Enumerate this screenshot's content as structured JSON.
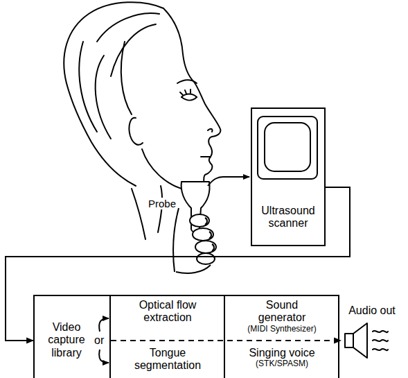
{
  "diagram": {
    "nodes": [
      {
        "text": [
          "Ultrasound scanner"
        ]
      },
      {
        "text": [
          "Video capture library"
        ]
      },
      {
        "text": [
          "Optical flow extraction",
          "Tongue segmentation"
        ]
      },
      {
        "text": [
          "Sound generator",
          "(MIDI Synthesizer)",
          "Singing voice",
          "(STK/SPASM)"
        ]
      },
      {
        "text": [
          "Audio out"
        ]
      }
    ],
    "edges": [
      {
        "from": 0,
        "to": 1,
        "arrow": "to"
      },
      {
        "from": 1,
        "to": 4,
        "arrow": "to"
      }
    ],
    "labels": [
      "Probe",
      "or"
    ]
  }
}
